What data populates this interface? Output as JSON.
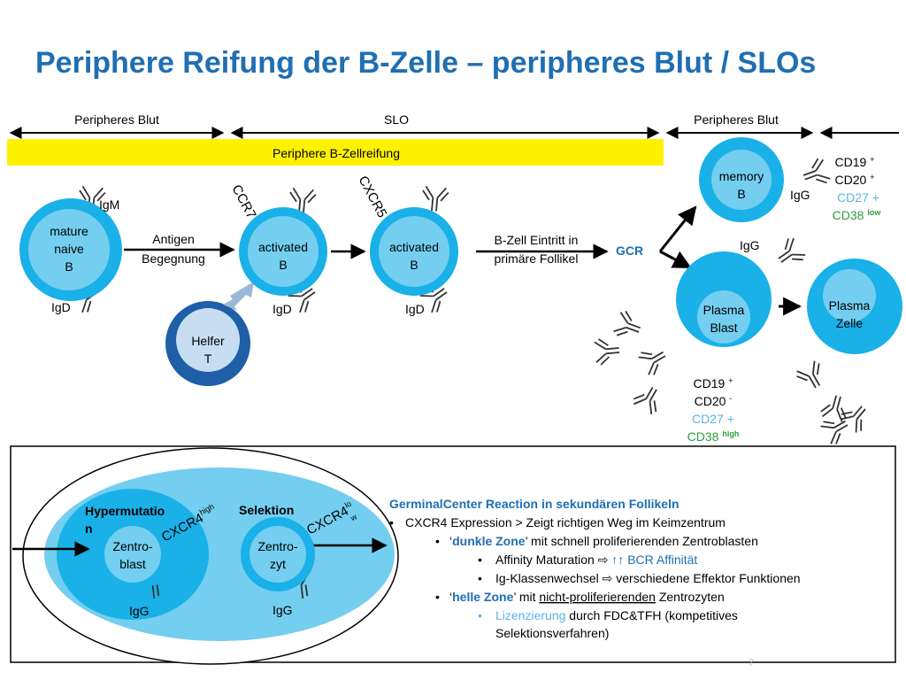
{
  "title": "Periphere Reifung der B-Zelle – peripheres Blut / SLOs",
  "colors": {
    "title": "#1F6FB2",
    "cell_outer": "#1AB0E8",
    "cell_inner": "#73CEF0",
    "helper_outer": "#1F5FA8",
    "helper_inner": "#C6DDF2",
    "banner": "#FFF200",
    "green": "#2E9E3F",
    "light_blue": "#5AB4E6",
    "gcr": "#1F6FB2"
  },
  "timeline": {
    "blood_left": "Peripheres Blut",
    "slo": "SLO",
    "blood_right": "Peripheres Blut",
    "banner": "Periphere B-Zellreifung"
  },
  "cells": {
    "mature_naive": [
      "mature",
      "naive",
      "B"
    ],
    "activated1": [
      "activated",
      "B"
    ],
    "activated2": [
      "activated",
      "B"
    ],
    "helper": [
      "Helfer",
      "T"
    ],
    "memory": [
      "memory",
      "B"
    ],
    "plasmablast": [
      "Plasma",
      "Blast"
    ],
    "plasmazelle": [
      "Plasma",
      "Zelle"
    ]
  },
  "labels": {
    "igm": "IgM",
    "igd": "IgD",
    "igg": "IgG",
    "antigen": [
      "Antigen",
      "Begegnung"
    ],
    "ccr7": "CCR7",
    "cxcr5": "CXCR5",
    "bzell": [
      "B-Zell Eintritt in",
      "primäre Follikel"
    ],
    "gcr": "GCR"
  },
  "markers_memory": {
    "cd19": "CD19",
    "cd19_sup": "+",
    "cd20": "CD20",
    "cd20_sup": "+",
    "cd27": "CD27 +",
    "cd38": "CD38",
    "cd38_sup": "low"
  },
  "markers_plasma": {
    "cd19": "CD19",
    "cd19_sup": "+",
    "cd20": "CD20",
    "cd20_sup": "-",
    "cd27": "CD27 +",
    "cd38": "CD38",
    "cd38_sup": "high"
  },
  "germinal": {
    "hyper": [
      "Hypermutatio",
      "n"
    ],
    "selektion": "Selektion",
    "zentroblast": [
      "Zentro-",
      "blast"
    ],
    "zentrozyt": [
      "Zentro-",
      "zyt"
    ],
    "igg": "IgG",
    "cxcr4high": "CXCR4",
    "cxcr4high_sup": "high",
    "cxcr4lo": "CXCR4",
    "cxcr4lo_sup": "lo",
    "cxcr4lo_sub": "w"
  },
  "text_panel": {
    "heading": "GerminalCenter Reaction in sekundären Follikeln",
    "bullet1": "CXCR4 Expression > Zeigt richtigen Weg im Keimzentrum",
    "sub1_q1": "‘",
    "sub1_b": "dunkle Zone",
    "sub1_rest": "’ mit schnell proliferierenden Zentroblasten",
    "sub1a_text": "Affinity Maturation ",
    "sub1a_arrow": "⇨",
    "sub1a_colored": " ↑↑ BCR Affinität",
    "sub1b_text": "Ig-Klassenwechsel ",
    "sub1b_arrow": "⇨",
    "sub1b_rest": " verschiedene Effektor Funktionen",
    "sub2_q1": "‘",
    "sub2_b": "helle Zone",
    "sub2_mid": "’ mit ",
    "sub2_u": "nicht-proliferierenden",
    "sub2_end": " Zentrozyten",
    "sub2a_colored": "Lizenzierung",
    "sub2a_rest": " durch FDC&TFH (kompetitives",
    "sub2a_line2": "Selektionsverfahren)"
  },
  "page_number": "7"
}
